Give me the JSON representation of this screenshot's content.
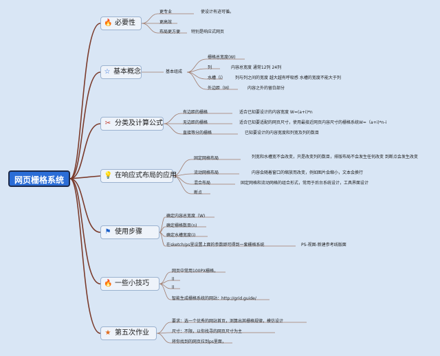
{
  "root": "网页栅格系统",
  "topics": {
    "necessity": {
      "label": "必要性",
      "icon": "flame-icon",
      "items": [
        "更专业",
        "使设计有迹可循。",
        "更高效",
        "布局更方便",
        "特别是响应式网页"
      ]
    },
    "basics": {
      "label": "基本概念",
      "icon": "star-outline-icon",
      "group": "基本组成",
      "items": [
        "栅格总宽度(W)",
        "列",
        "内容总宽度 通常12列 24列",
        "水槽（i）",
        "列与列之间的宽度 越大越有呼吸感 水槽的宽度不能大于列",
        "外边距（M）",
        "内容之外的留白部分"
      ]
    },
    "formula": {
      "label": "分类及计算公式",
      "icon": "tools-icon",
      "items": [
        "有边距的栅格",
        "适合已知要设计的内容宽度 W=(a+i)*n",
        "无边距的栅格",
        "适合已知要适配的网页尺寸，使用最接近网页内容尺寸的栅格系统W=（a+i)*n-i",
        "直接等分的栅格",
        "已知要设计的内容宽度和列宽及列的数目"
      ]
    },
    "responsive": {
      "label": "在响应式布局的应用",
      "icon": "bulb-icon",
      "items": [
        "固定网格布局",
        "列宽和水槽宽不会改变，只是改变列的数目，排版布局不会发生任何改变 到断点会发生改变",
        "流动网格布局",
        "内容会随着窗口的缩放而改变，例如图片会缩小，文本会换行",
        "混合布局",
        "固定网格和流动网格的组合形式，常用于后台系统设计，工具界面设计",
        "断点"
      ]
    },
    "steps": {
      "label": "使用步骤",
      "icon": "flag-icon",
      "items": [
        "确定内容总宽度（W)",
        "确定栅格数目(n)",
        "确定水槽宽度(i)",
        "在sketch/ps里设置上面的参数即可得到一套栅格系统",
        "PS-视图-新建参考线版面"
      ]
    },
    "tips": {
      "label": "一些小技巧",
      "icon": "flame-icon",
      "items": [
        "网页中常用100PX栅格，",
        "ll",
        "ll",
        "智能生成栅格系统的网站：http://grid.guide/"
      ]
    },
    "homework": {
      "label": "第五次作业",
      "icon": "star-icon",
      "items": [
        "要求：选一个优秀的网站首页，测算出其栅格规律，模仿设计",
        "尺寸：不限，以你找寻的网页尺寸为主",
        "将你找到的网页拉到ps里面，"
      ]
    }
  },
  "colors": {
    "background": "#d9e6f5",
    "root_fill": "#2b6dd6",
    "topic_fill": "#eef3fa",
    "link": "#7a3a2a"
  }
}
